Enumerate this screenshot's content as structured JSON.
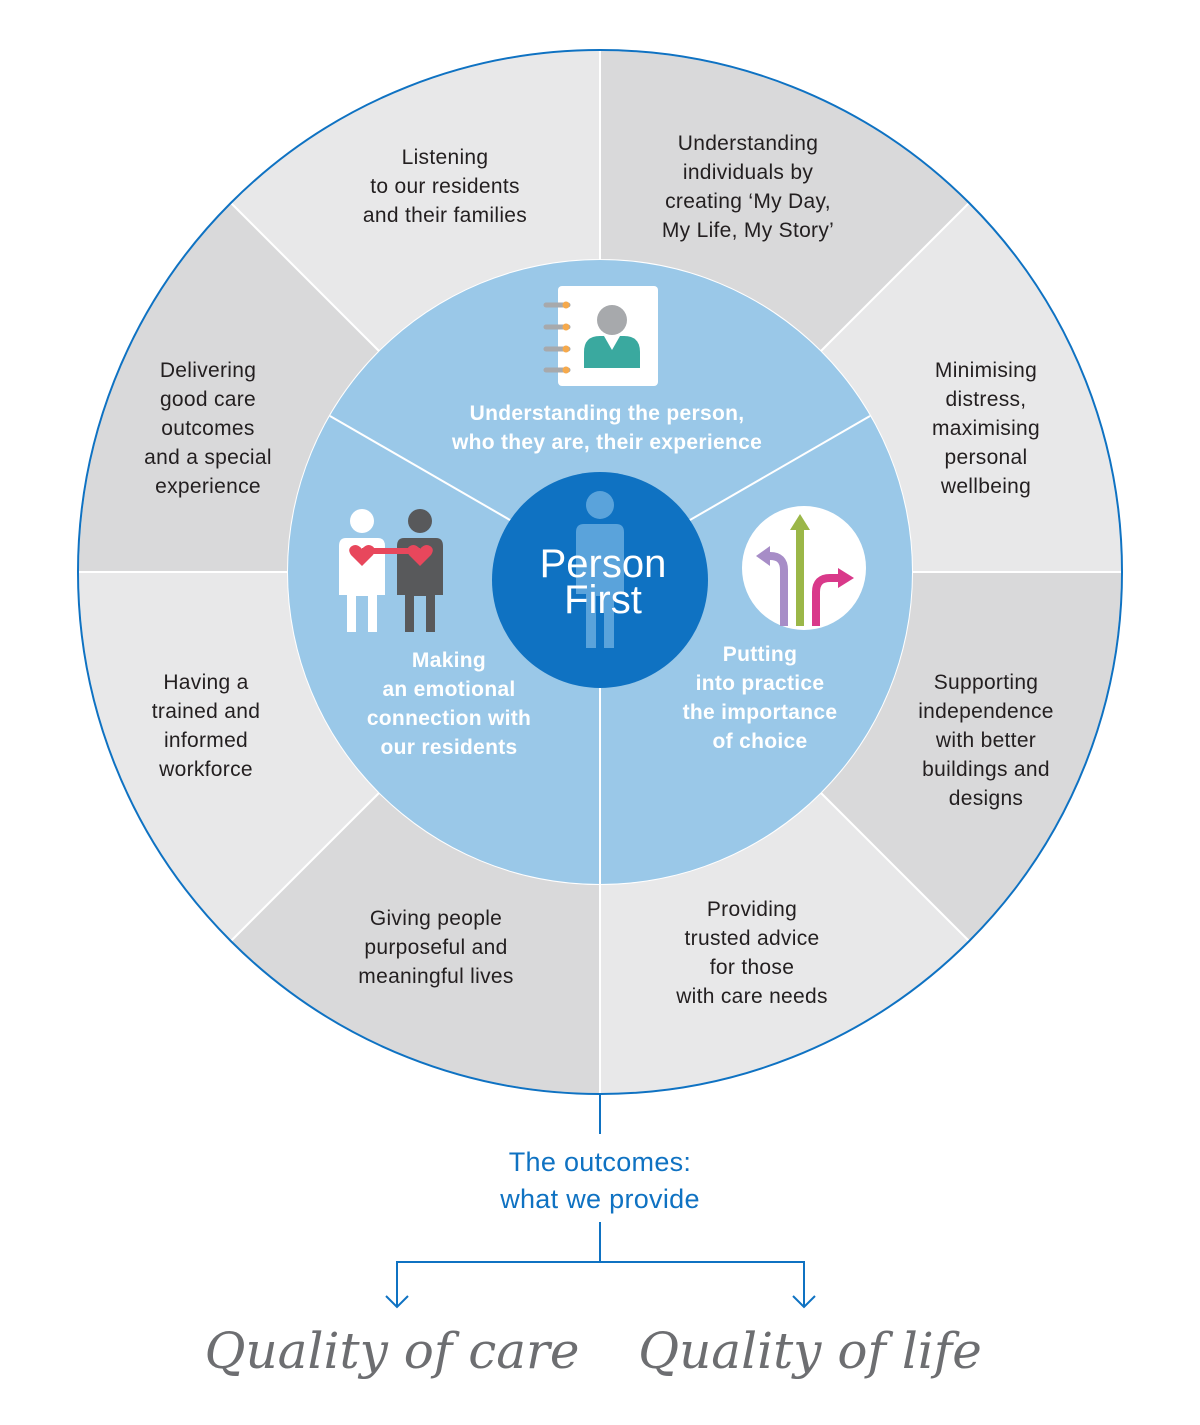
{
  "center": {
    "line1": "Person",
    "line2": "First"
  },
  "inner_segments": [
    {
      "id": "understanding",
      "icon": "contact-book-icon",
      "lines": [
        "Understanding the person,",
        "who they are, their experience"
      ]
    },
    {
      "id": "emotional",
      "icon": "two-people-heart-icon",
      "lines": [
        "Making",
        "an emotional",
        "connection with",
        "our residents"
      ]
    },
    {
      "id": "choice",
      "icon": "branching-arrows-icon",
      "lines": [
        "Putting",
        "into practice",
        "the importance",
        "of choice"
      ]
    }
  ],
  "outer_segments": [
    {
      "id": "listening",
      "lines": [
        "Listening",
        "to our residents",
        "and their families"
      ]
    },
    {
      "id": "my-day",
      "lines": [
        "Understanding",
        "individuals by",
        "creating ‘My Day,",
        "My Life, My Story’"
      ]
    },
    {
      "id": "distress",
      "lines": [
        "Minimising",
        "distress,",
        "maximising",
        "personal",
        "wellbeing"
      ]
    },
    {
      "id": "independence",
      "lines": [
        "Supporting",
        "independence",
        "with better",
        "buildings and",
        "designs"
      ]
    },
    {
      "id": "advice",
      "lines": [
        "Providing",
        "trusted advice",
        "for those",
        "with care needs"
      ]
    },
    {
      "id": "purposeful",
      "lines": [
        "Giving people",
        "purposeful and",
        "meaningful lives"
      ]
    },
    {
      "id": "workforce",
      "lines": [
        "Having a",
        "trained and",
        "informed",
        "workforce"
      ]
    },
    {
      "id": "outcomes",
      "lines": [
        "Delivering",
        "good care",
        "outcomes",
        "and a special",
        "experience"
      ]
    }
  ],
  "outcomes": {
    "line1": "The outcomes:",
    "line2": "what we provide"
  },
  "results": {
    "left": "Quality of care",
    "right": "Quality of life"
  },
  "colors": {
    "ring_light": "#e8e8e9",
    "ring_dark": "#d9d9da",
    "inner": "#9ac8e8",
    "center": "#0f72c2",
    "outline": "#0f72c2",
    "outcomes_text": "#0f72c2",
    "handwriting": "#6d6e71"
  }
}
